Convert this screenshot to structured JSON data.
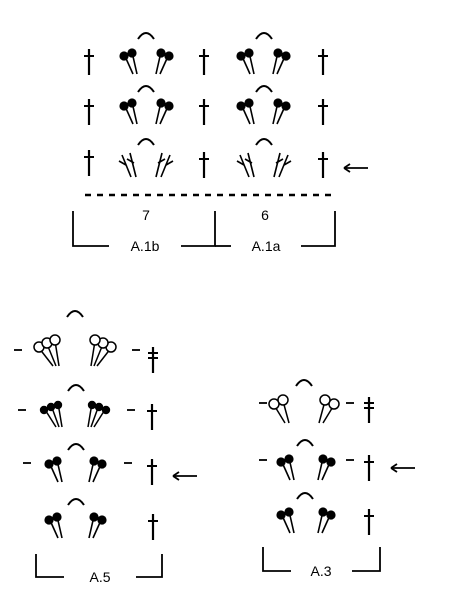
{
  "charts": {
    "a1": {
      "label_b": "A.1b",
      "label_a": "A.1a",
      "count_b": "7",
      "count_a": "6"
    },
    "a5": {
      "label": "A.5"
    },
    "a3": {
      "label": "A.3"
    }
  },
  "symbols": {
    "dc": "dagger-symbol",
    "tr": "double-dagger-symbol",
    "ch": "dash-symbol",
    "bobble": "filled-bobble",
    "open_bobble": "open-bobble",
    "crossed_dc": "crossed-stitch",
    "arrow": "left-arrow"
  },
  "colors": {
    "ink": "#000000",
    "background": "#ffffff"
  }
}
